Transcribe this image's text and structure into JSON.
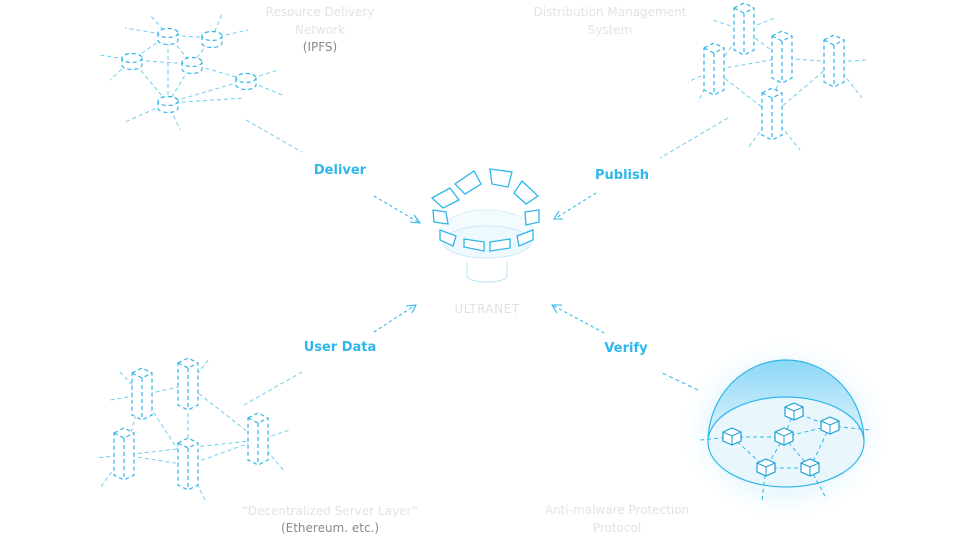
{
  "nodes": {
    "ipfs": {
      "title": "Resource Delivery Network",
      "sub": "(IPFS)"
    },
    "dms": {
      "title": "Distribution Management System"
    },
    "dsl": {
      "title": "“Decentralized Server Layer”",
      "sub": "(Ethereum. etc.)"
    },
    "amp": {
      "title": "Anti-malware Protection Protocol"
    }
  },
  "center": {
    "label": "ULTRANET"
  },
  "edges": {
    "deliver": "Deliver",
    "publish": "Publish",
    "user_data": "User Data",
    "verify": "Verify"
  },
  "colors": {
    "accent": "#2fb6ea",
    "line": "#6fcdf2",
    "muted_text": "#e3e3e3"
  }
}
